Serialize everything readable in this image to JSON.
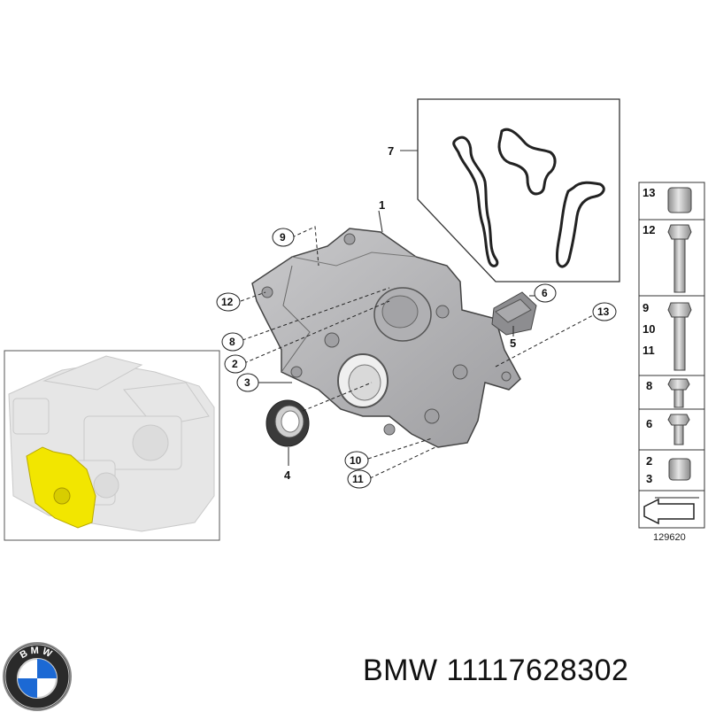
{
  "diagram": {
    "image_number": "129620",
    "callouts": {
      "c1": "1",
      "c2": "2",
      "c3": "3",
      "c4": "4",
      "c5": "5",
      "c6": "6",
      "c7": "7",
      "c8": "8",
      "c9": "9",
      "c10": "10",
      "c11": "11",
      "c12": "12",
      "c13": "13"
    },
    "legend": {
      "r13": "13",
      "r12": "12",
      "r9": "9",
      "r10": "10",
      "r11": "11",
      "r8": "8",
      "r6": "6",
      "r2": "2",
      "r3": "3"
    },
    "highlight_color": "#f2e600",
    "cover_color": "#b7b7b9"
  },
  "brand": {
    "logo_text": "BMW",
    "caption": "BMW 11117628302"
  }
}
